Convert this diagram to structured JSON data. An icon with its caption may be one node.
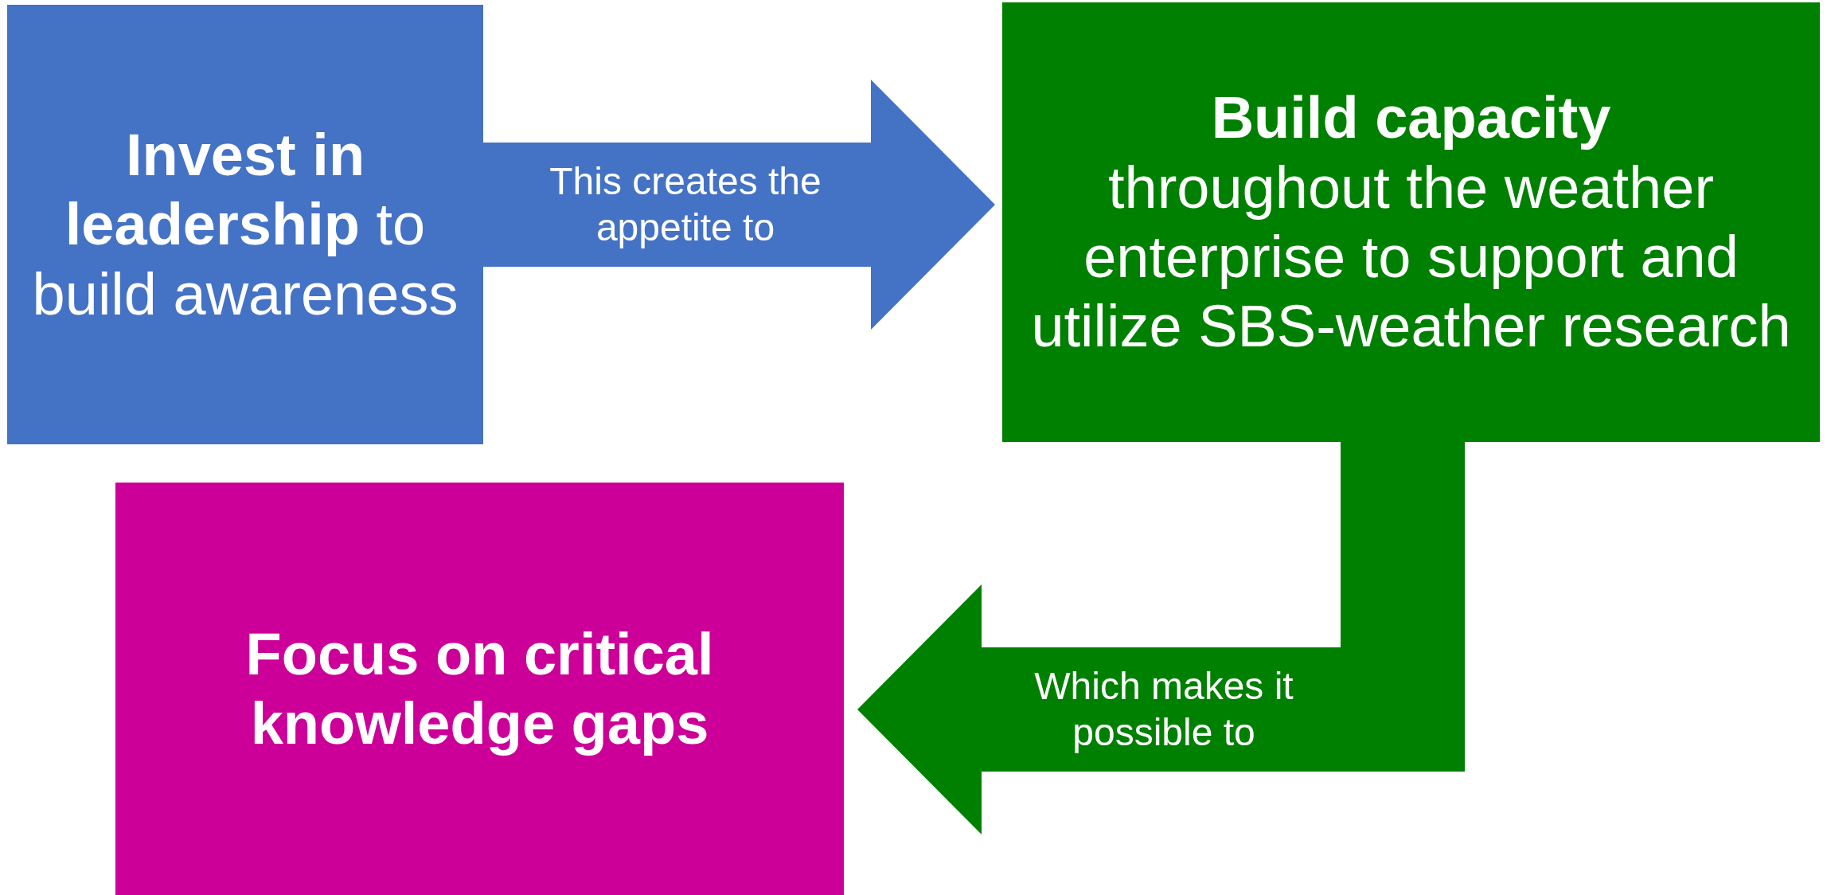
{
  "diagram": {
    "nodes": [
      {
        "text": [
          "**Invest in leadership** to build awareness"
        ]
      },
      {
        "text": [
          "Build capacity",
          "throughout the weather enterprise to support and utilize SBS-weather research"
        ]
      },
      {
        "text": [
          "Focus on critical knowledge gaps"
        ]
      }
    ],
    "edges": [
      {
        "from": 0,
        "to": 1,
        "arrow": "to",
        "label": "This creates the appetite to",
        "color": "#4472c4"
      },
      {
        "from": 1,
        "to": 2,
        "arrow": "to",
        "label": "Which makes it possible to",
        "color": "#008000"
      }
    ]
  }
}
